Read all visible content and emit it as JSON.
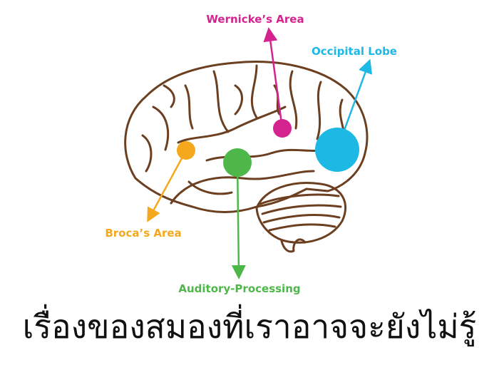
{
  "labels": {
    "wernicke": "Wernicke’s Area",
    "occipital": "Occipital Lobe",
    "broca": "Broca’s Area",
    "auditory": "Auditory-Processing"
  },
  "title": "เรื่องของสมองที่เราอาจจะยังไม่รู้",
  "colors": {
    "wernicke": "#d4238e",
    "occipital": "#1db8e4",
    "broca": "#f6a81c",
    "auditory": "#4db849",
    "brain_outline": "#6b3f1f"
  }
}
